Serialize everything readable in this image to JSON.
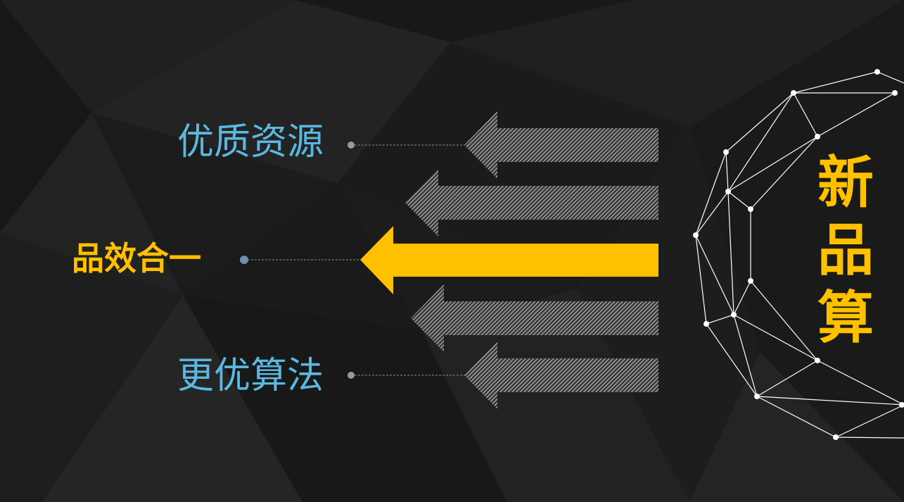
{
  "colors": {
    "background": "#1c1c1c",
    "background_facet_dark": "#161616",
    "background_facet_light": "#262626",
    "accent_yellow": "#FFC000",
    "label_blue": "#5BB8E0",
    "arrow_gray": "#9a9a9a",
    "connector_gray": "#8a8a8a",
    "connector_blue": "#6d8fb3",
    "sphere_white": "#ffffff"
  },
  "labels": {
    "resources": "优质资源",
    "integration": "品效合一",
    "algorithm": "更优算法"
  },
  "title": {
    "chars": [
      "新",
      "品",
      "算"
    ]
  },
  "icons": {
    "arrow": "left-arrow-icon",
    "sphere": "geodesic-sphere-icon"
  }
}
